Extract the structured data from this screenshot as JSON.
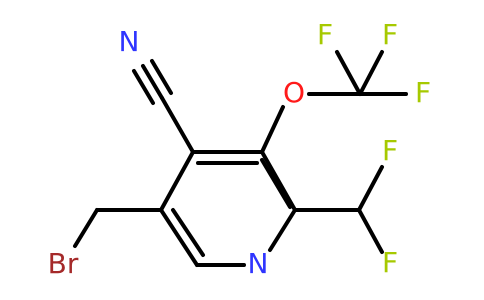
{
  "atoms": {
    "n_nitrile": {
      "text": "N",
      "color": "#2f35ff"
    },
    "o_ether": {
      "text": "O",
      "color": "#ff1a1a"
    },
    "f1": {
      "text": "F",
      "color": "#a6c900"
    },
    "f2": {
      "text": "F",
      "color": "#a6c900"
    },
    "f3": {
      "text": "F",
      "color": "#a6c900"
    },
    "f4": {
      "text": "F",
      "color": "#a6c900"
    },
    "f5": {
      "text": "F",
      "color": "#a6c900"
    },
    "br": {
      "text": "Br",
      "color": "#a52a2a"
    },
    "n_ring": {
      "text": "N",
      "color": "#2f35ff"
    }
  },
  "colors": {
    "bond": "#000000"
  }
}
